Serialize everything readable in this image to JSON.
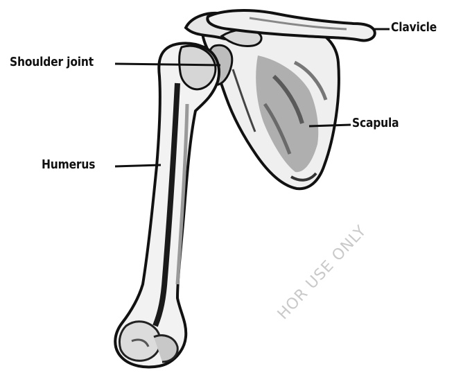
{
  "labels": {
    "clavicle": "Clavicle",
    "shoulder_joint": "Shoulder joint",
    "scapula": "Scapula",
    "humerus": "Humerus"
  },
  "watermark": "HOR USE ONLY",
  "colors": {
    "background": "#ffffff",
    "bone_fill": "#f2f2f2",
    "bone_outline": "#111111",
    "shading": "#8a8a8a",
    "label_text": "#111111",
    "watermark": "#c9c9c9"
  }
}
